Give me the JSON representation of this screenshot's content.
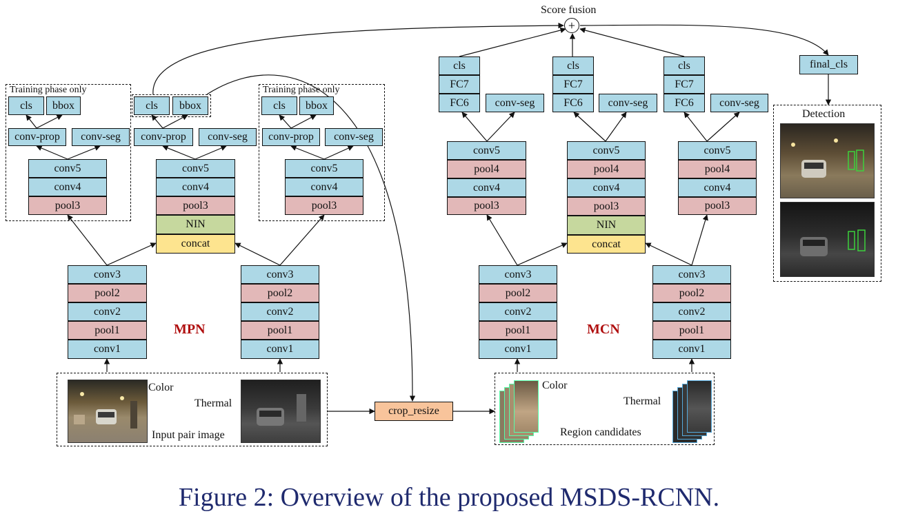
{
  "caption": "Figure 2: Overview of the proposed MSDS-RCNN.",
  "score_fusion": "Score fusion",
  "plus_symbol": "+",
  "mpn_label": "MPN",
  "mcn_label": "MCN",
  "training_phase_only": "Training phase only",
  "input": {
    "color": "Color",
    "thermal": "Thermal",
    "title": "Input pair image"
  },
  "crop_resize": "crop_resize",
  "region": {
    "color": "Color",
    "thermal": "Thermal",
    "title": "Region candidates"
  },
  "final_cls": "final_cls",
  "detection": "Detection",
  "layers": {
    "cls": "cls",
    "bbox": "bbox",
    "conv_prop": "conv-prop",
    "conv_seg": "conv-seg",
    "conv1": "conv1",
    "conv2": "conv2",
    "conv3": "conv3",
    "conv4": "conv4",
    "conv5": "conv5",
    "pool1": "pool1",
    "pool2": "pool2",
    "pool3": "pool3",
    "pool4": "pool4",
    "nin": "NIN",
    "concat": "concat",
    "fc6": "FC6",
    "fc7": "FC7"
  },
  "colors": {
    "layer": "#add8e6",
    "pool": "#e2b8b8",
    "nin": "#c6d89e",
    "concat": "#fde48f",
    "crop": "#f8c49b",
    "caption": "#1f2a6e",
    "net_label": "#b01010"
  }
}
